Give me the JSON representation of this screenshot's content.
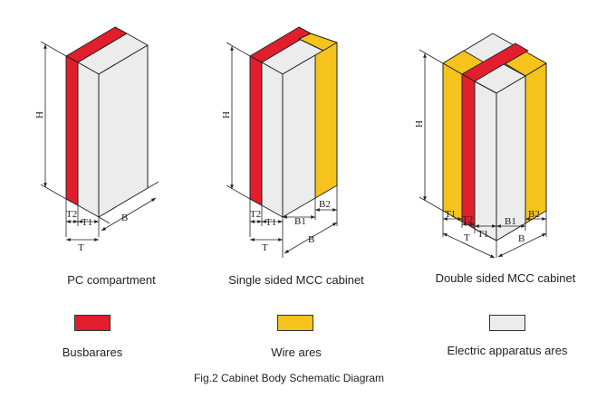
{
  "colors": {
    "busbar": "#e21e2c",
    "wire": "#f6c21c",
    "apparatus": "#ececec",
    "outline": "#222222"
  },
  "cabinets": {
    "pc": {
      "caption": "PC compartment",
      "dims": {
        "h": "H",
        "t2": "T2",
        "t1": "T1",
        "b": "B",
        "t": "T"
      }
    },
    "single": {
      "caption": "Single sided MCC cabinet",
      "dims": {
        "h": "H",
        "t2": "T2",
        "t1": "T1",
        "b1": "B1",
        "b2": "B2",
        "t": "T",
        "b": "B"
      }
    },
    "double": {
      "caption": "Double sided MCC cabinet",
      "dims": {
        "h": "H",
        "t1a": "T1",
        "t2": "T2",
        "t1b": "T1",
        "b1": "B1",
        "b2": "B2",
        "t": "T",
        "b": "B"
      }
    }
  },
  "legend": {
    "busbar_label": "Busbarares",
    "wire_label": "Wire ares",
    "apparatus_label": "Electric apparatus ares"
  },
  "figure_caption": "Fig.2 Cabinet Body Schematic Diagram"
}
